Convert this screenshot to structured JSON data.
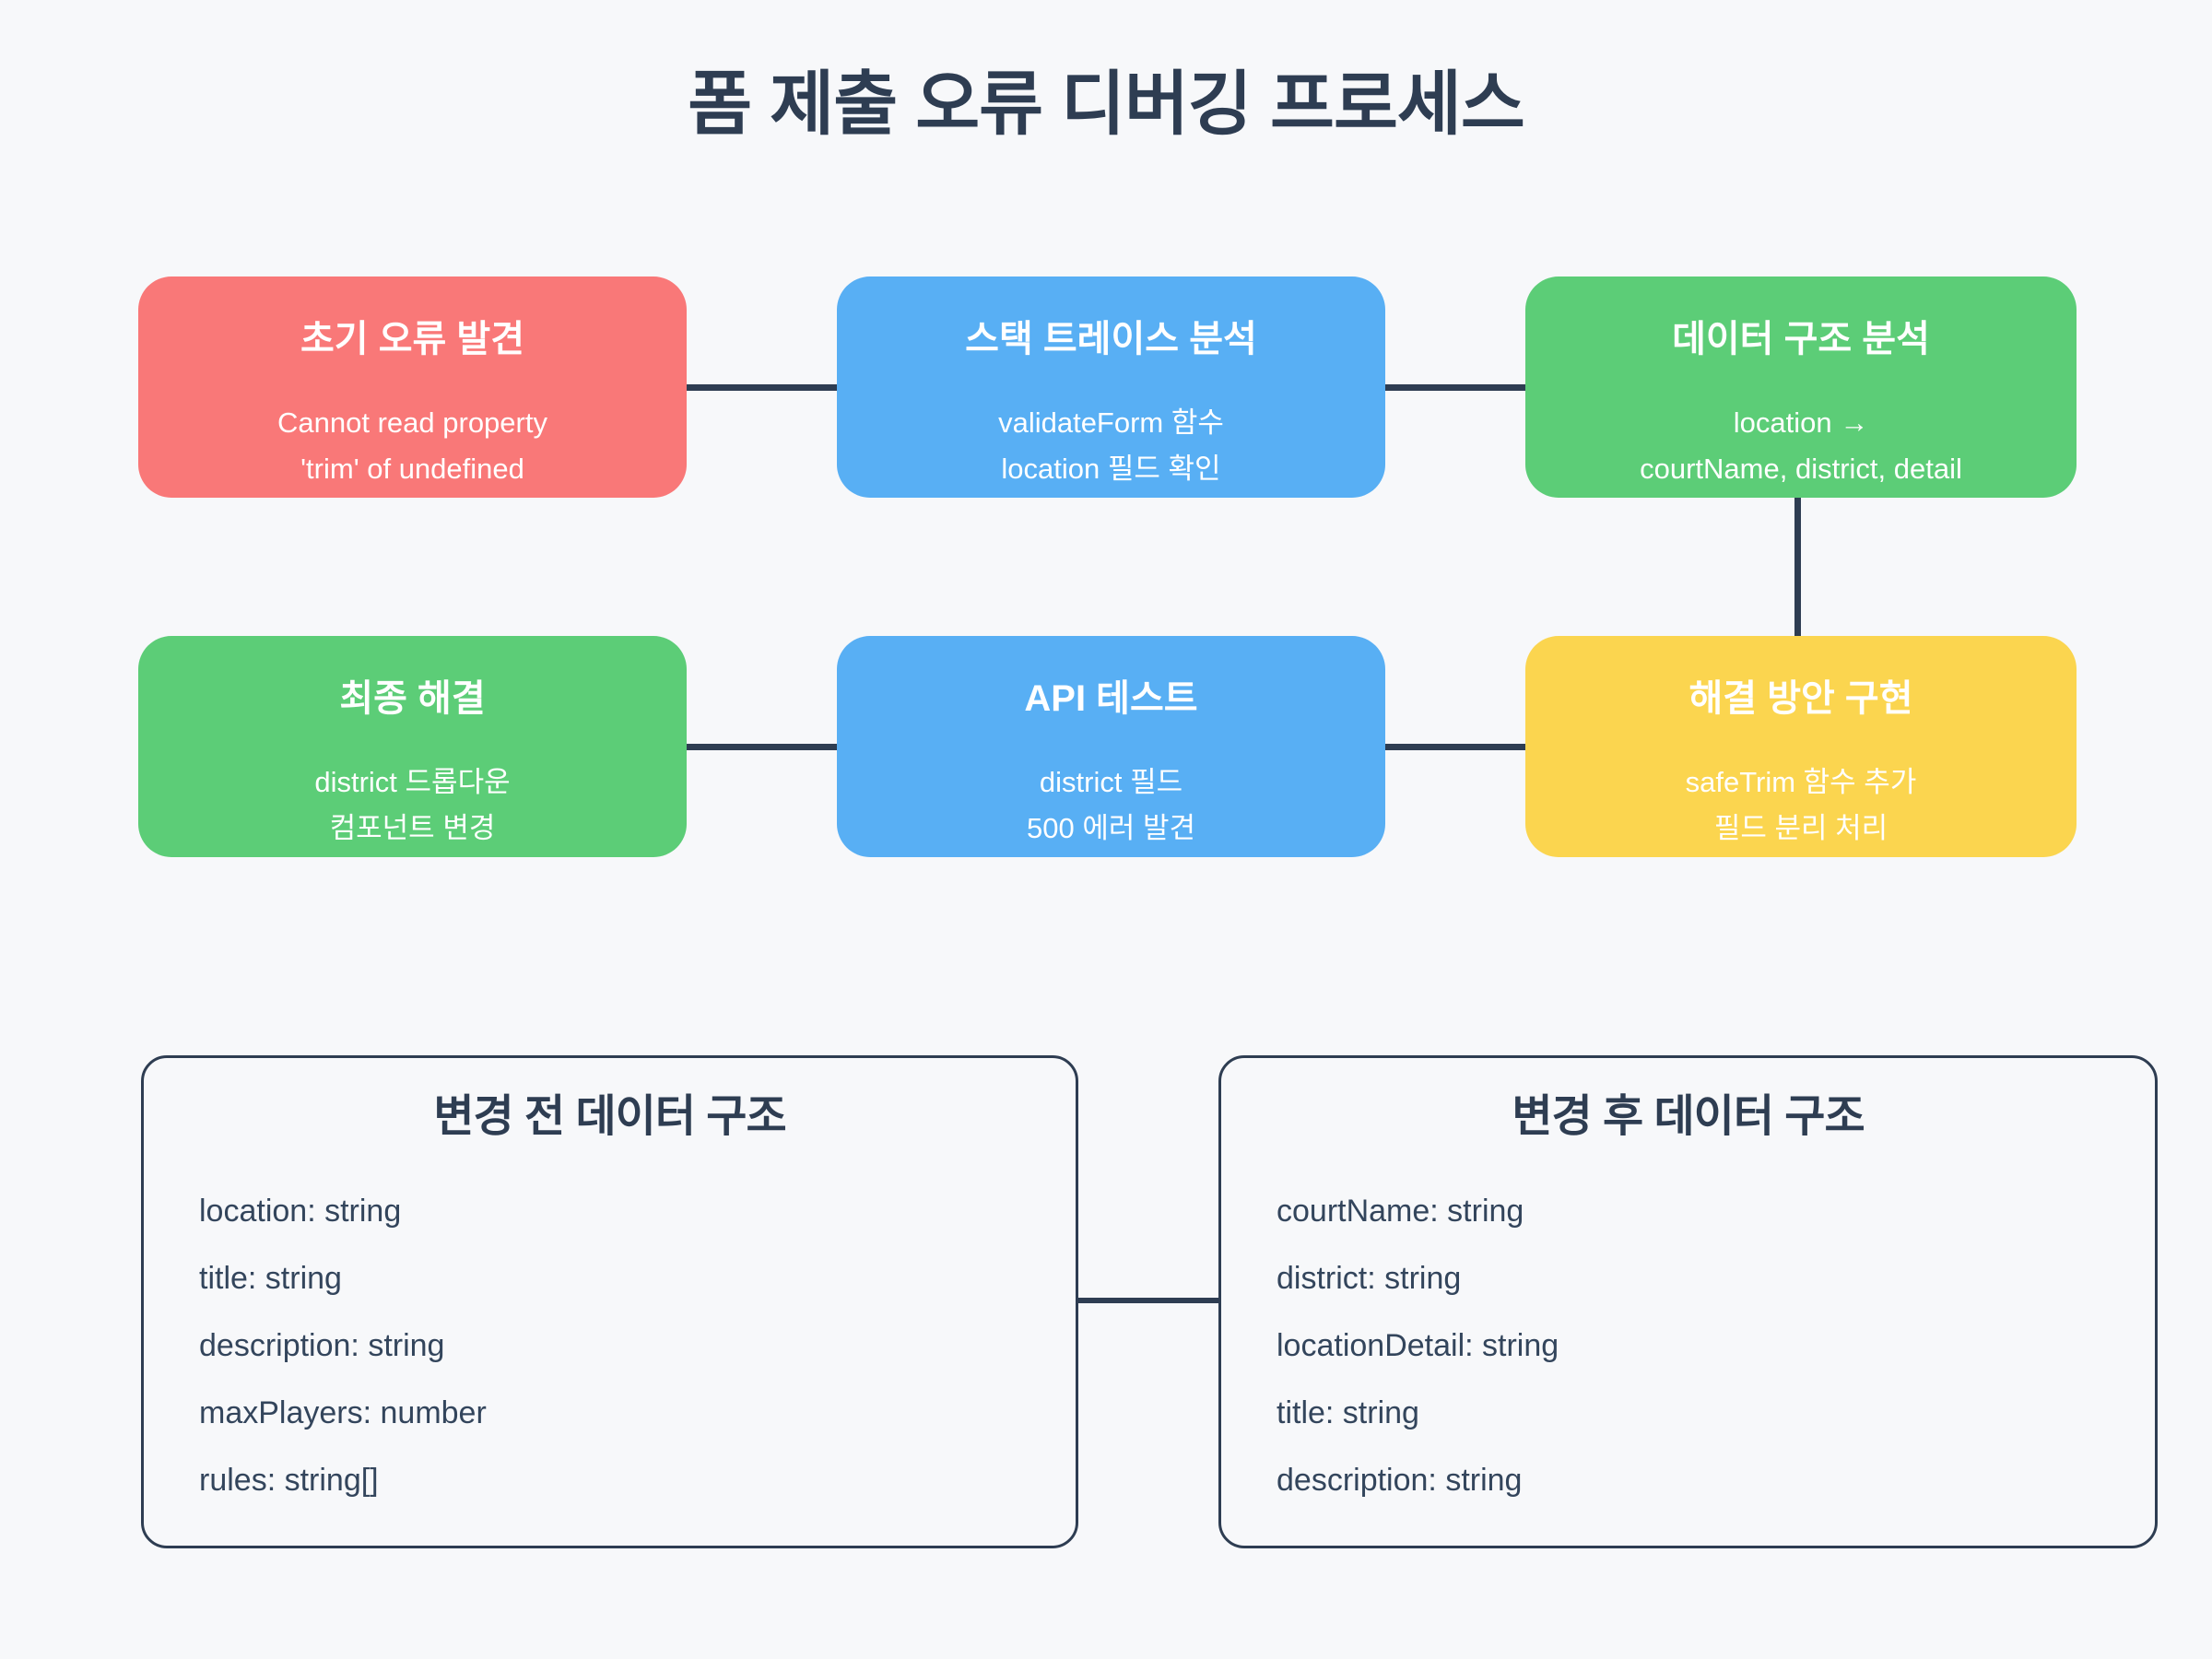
{
  "page": {
    "title": "폼 제출 오류 디버깅 프로세스"
  },
  "colors": {
    "background": "#F7F8FA",
    "navy": "#2E3D52",
    "box_red": "#F97878",
    "box_blue": "#58AFF4",
    "box_green": "#5CCD77",
    "box_yellow": "#FBD54F",
    "box_text": "#FFFFFF"
  },
  "flow": {
    "boxes": [
      {
        "title": "초기 오류 발견",
        "lines": [
          "Cannot read property",
          "'trim' of undefined"
        ],
        "color": "#F97878"
      },
      {
        "title": "스택 트레이스 분석",
        "lines": [
          "validateForm 함수",
          "location 필드 확인"
        ],
        "color": "#58AFF4"
      },
      {
        "title": "데이터 구조 분석",
        "lines": [
          "location →",
          "courtName, district, detail"
        ],
        "color": "#5CCD77"
      },
      {
        "title": "최종 해결",
        "lines": [
          "district 드롭다운",
          "컴포넌트 변경"
        ],
        "color": "#5CCD77"
      },
      {
        "title": "API 테스트",
        "lines": [
          "district 필드",
          "500 에러 발견"
        ],
        "color": "#58AFF4"
      },
      {
        "title": "해결 방안 구현",
        "lines": [
          "safeTrim 함수 추가",
          "필드 분리 처리"
        ],
        "color": "#FBD54F"
      }
    ]
  },
  "schemas": {
    "before": {
      "title": "변경 전 데이터 구조",
      "items": [
        "location: string",
        "title: string",
        "description: string",
        "maxPlayers: number",
        "rules: string[]"
      ]
    },
    "after": {
      "title": "변경 후 데이터 구조",
      "items": [
        "courtName: string",
        "district: string",
        "locationDetail: string",
        "title: string",
        "description: string"
      ]
    }
  }
}
